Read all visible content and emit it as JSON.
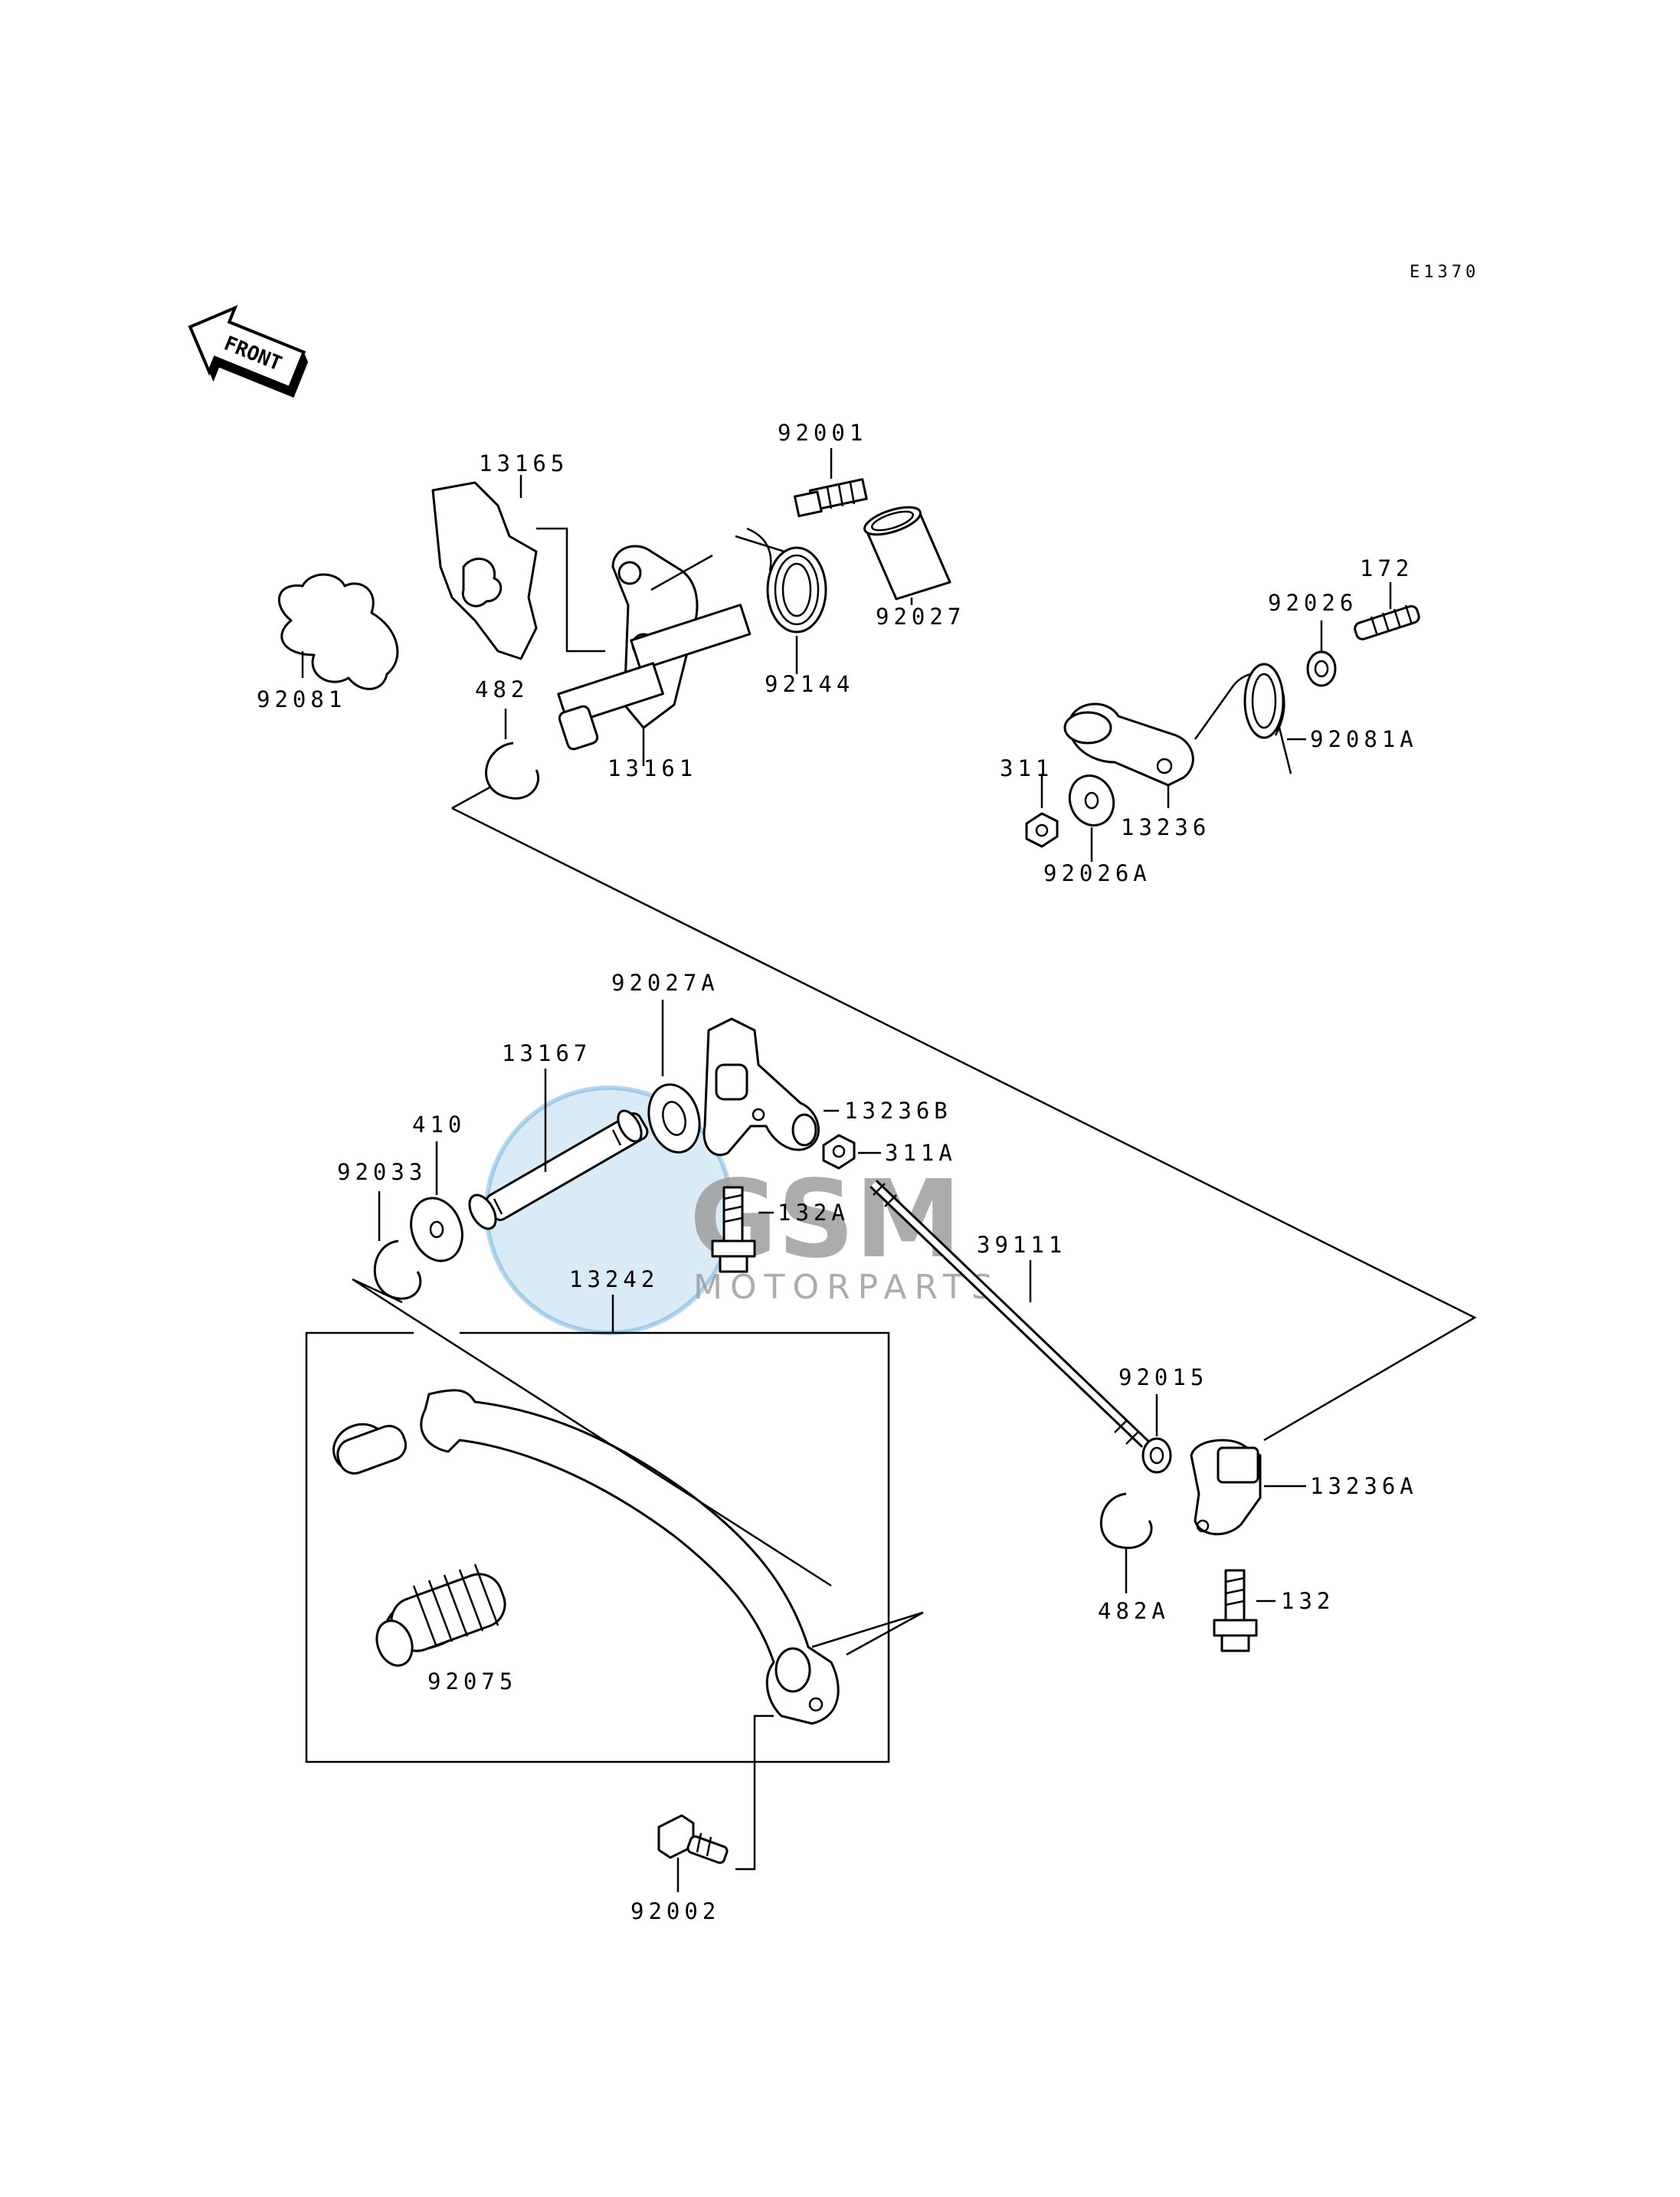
{
  "diagram_code": "E1370",
  "front_arrow_text": "FRONT",
  "watermark": {
    "brand": "GSM",
    "sub": "MOTORPARTS",
    "color": "#9e9e9e",
    "globe_color": "#2e90d0"
  },
  "part_labels": {
    "p92001": "92001",
    "p13165": "13165",
    "p92027": "92027",
    "p92144": "92144",
    "p92081": "92081",
    "p482": "482",
    "p13161": "13161",
    "p172": "172",
    "p92026": "92026",
    "p92081A": "92081A",
    "p311": "311",
    "p13236": "13236",
    "p92026A": "92026A",
    "p92027A": "92027A",
    "p13236B": "13236B",
    "p13167": "13167",
    "p410": "410",
    "p92033": "92033",
    "p311A": "311A",
    "p132A": "132A",
    "p39111": "39111",
    "p13242": "13242",
    "p92015": "92015",
    "p13236A": "13236A",
    "p482A": "482A",
    "p132": "132",
    "p92075": "92075",
    "p92002": "92002"
  }
}
